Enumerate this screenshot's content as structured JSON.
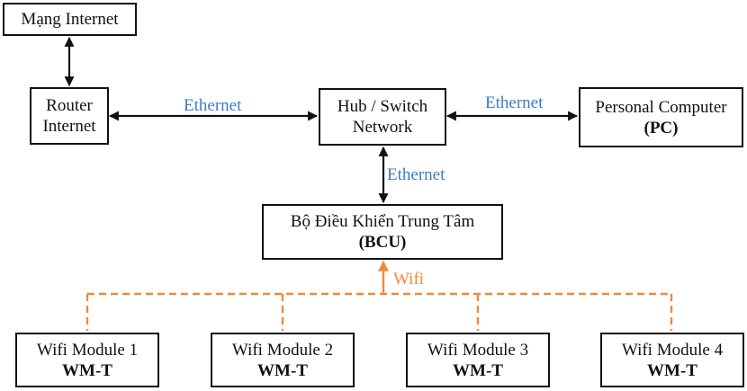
{
  "nodes": {
    "internet": {
      "line1": "Mạng Internet"
    },
    "router": {
      "line1": "Router",
      "line2": "Internet"
    },
    "hub": {
      "line1": "Hub / Switch",
      "line2": "Network"
    },
    "pc": {
      "line1": "Personal Computer",
      "line2": "(PC)"
    },
    "bcu": {
      "line1": "Bộ Điều Khiển Trung Tâm",
      "line2": "(BCU)"
    },
    "wm1": {
      "line1": "Wifi Module 1",
      "line2": "WM-T"
    },
    "wm2": {
      "line1": "Wifi Module 2",
      "line2": "WM-T"
    },
    "wm3": {
      "line1": "Wifi Module 3",
      "line2": "WM-T"
    },
    "wm4": {
      "line1": "Wifi Module 4",
      "line2": "WM-T"
    }
  },
  "links": {
    "router_hub": "Ethernet",
    "hub_pc": "Ethernet",
    "hub_bcu": "Ethernet",
    "wifi_bus": "Wifi"
  },
  "colors": {
    "ethernet_label": "#3d7cc4",
    "wifi": "#ee8a3c",
    "box_border": "#111111"
  }
}
